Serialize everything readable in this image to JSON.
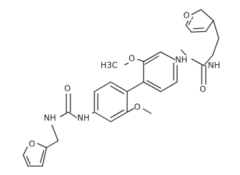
{
  "molecule": {
    "labels": {
      "furan_o_top": "O",
      "nh_top_aryl": "NH",
      "carbonyl_o_top": "O",
      "nh_top_ch2": "NH",
      "methoxy_top": "O",
      "methyl_top": "H3C",
      "methoxy_bottom": "O",
      "nh_bottom_aryl": "NH",
      "carbonyl_o_bottom": "O",
      "nh_bottom_ch2": "NH",
      "furan_o_bottom": "O"
    }
  }
}
